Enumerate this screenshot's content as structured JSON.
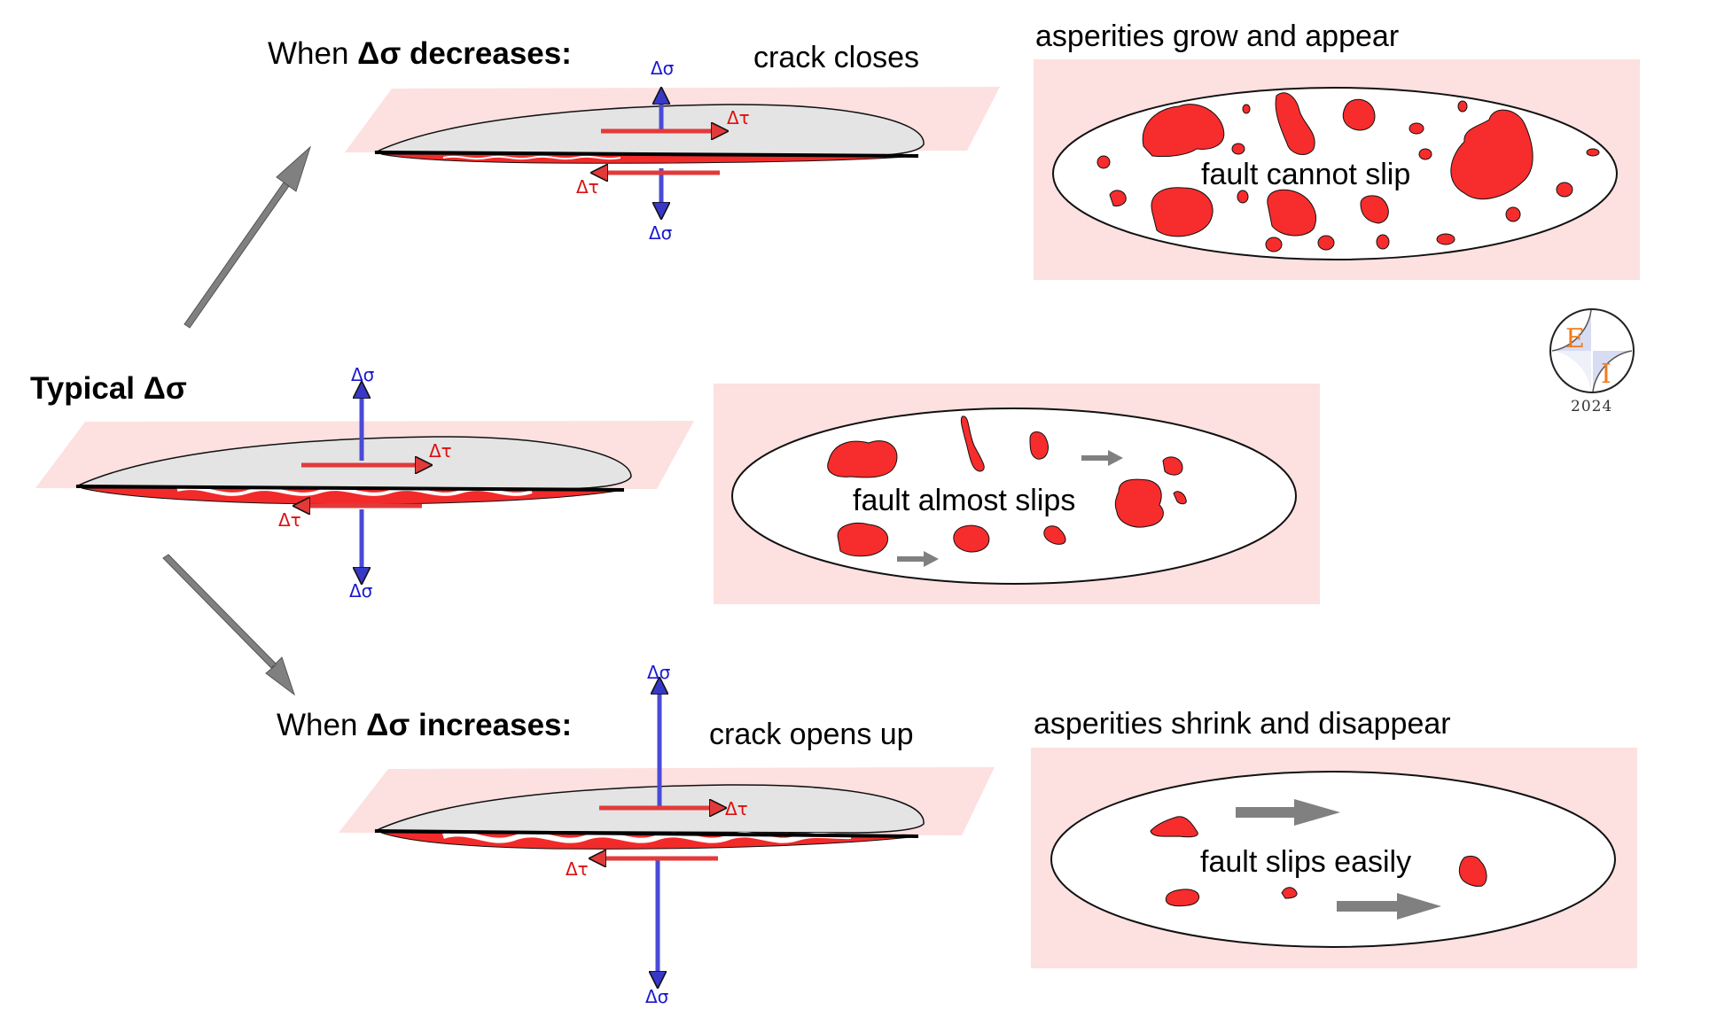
{
  "colors": {
    "plane_fill": "#fde0e0",
    "crack_fill": "#e2e2e2",
    "asperity": "#f72c2c",
    "normal_arrow": "#4a4ad8",
    "shear_arrow": "#e23a3a",
    "big_arrow": "#808080"
  },
  "symbols": {
    "delta_sigma": "Δσ",
    "delta_tau": "Δτ"
  },
  "top": {
    "heading_prefix": "When ",
    "heading_bold": "Δσ decreases:",
    "crack_caption": "crack closes",
    "panel_title": "asperities grow and appear",
    "panel_label": "fault cannot slip"
  },
  "middle": {
    "heading": "Typical Δσ",
    "panel_label": "fault almost slips"
  },
  "bottom": {
    "heading_prefix": "When ",
    "heading_bold": "Δσ increases:",
    "crack_caption": "crack opens up",
    "panel_title": "asperities shrink and disappear",
    "panel_label": "fault slips easily"
  },
  "logo": {
    "letter_e": "E",
    "letter_i": "I",
    "year": "2024"
  }
}
